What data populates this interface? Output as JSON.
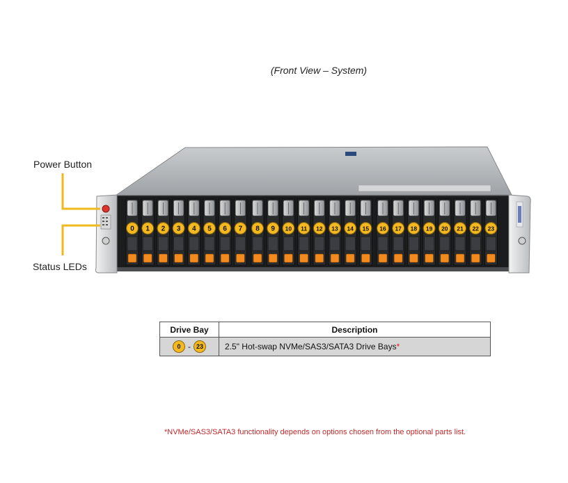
{
  "caption": "(Front View – System)",
  "callouts": {
    "power_button": "Power Button",
    "status_leds": "Status LEDs"
  },
  "drive_bays": [
    "0",
    "1",
    "2",
    "3",
    "4",
    "5",
    "6",
    "7",
    "8",
    "9",
    "10",
    "11",
    "12",
    "13",
    "14",
    "15",
    "16",
    "17",
    "18",
    "19",
    "20",
    "21",
    "22",
    "23"
  ],
  "table": {
    "headers": [
      "Drive Bay",
      "Description"
    ],
    "row": {
      "bay_start": "0",
      "bay_separator": "-",
      "bay_end": "23",
      "description": "2.5\" Hot-swap NVMe/SAS3/SATA3 Drive  Bays",
      "asterisk": "*"
    }
  },
  "footnote": "*NVMe/SAS3/SATA3 functionality depends on options chosen from the optional parts list.",
  "colors": {
    "badge": "#f4b820",
    "callout_line": "#f0b81c",
    "tab": "#f28a1e",
    "footnote": "#c0282a"
  }
}
